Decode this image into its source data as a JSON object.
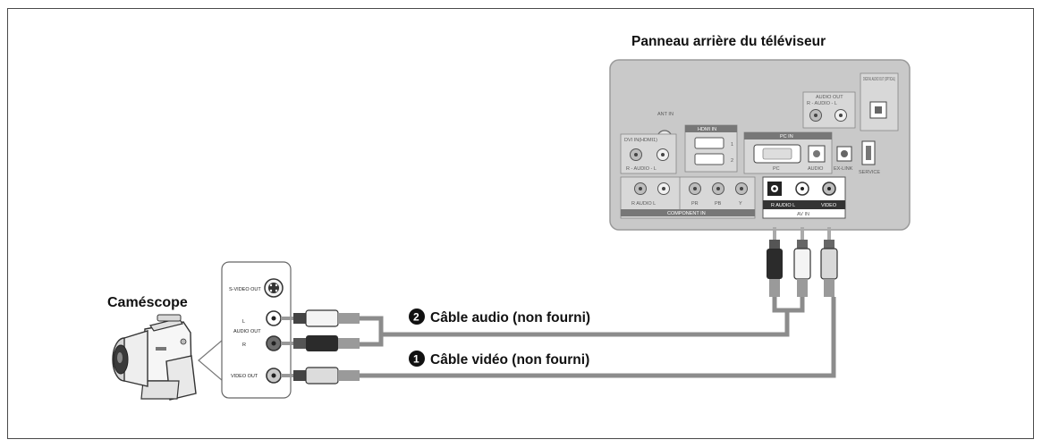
{
  "labels": {
    "tv_panel_title": "Panneau arrière du téléviseur",
    "camcorder": "Caméscope",
    "audio_cable_number": "2",
    "audio_cable": "Câble audio (non fourni)",
    "video_cable_number": "1",
    "video_cable": "Câble vidéo (non fourni)"
  },
  "camcorder_panel": {
    "svideo_out": "S-VIDEO OUT",
    "audio_out": "AUDIO OUT",
    "audio_l": "L",
    "audio_r": "R",
    "video_out": "VIDEO OUT"
  },
  "tv_panel": {
    "ant_in": "ANT IN",
    "hdmi_in": "HDMI IN",
    "hdmi_1": "1",
    "hdmi_2": "2",
    "dvi_audio": "DVI IN(HDMI1)",
    "dvi_audio_sub": "R - AUDIO - L",
    "audio_out": "AUDIO OUT",
    "audio_out_sub": "R - AUDIO - L",
    "digital_audio_out": "DIGITAL AUDIO OUT (OPTICAL)",
    "pc_in": "PC IN",
    "pc": "PC",
    "pc_audio": "AUDIO",
    "ex_link": "EX-LINK",
    "service": "SERVICE",
    "component_audio": "R  AUDIO  L",
    "component_in": "COMPONENT IN",
    "pr": "PR",
    "pb": "PB",
    "y": "Y",
    "av_audio": "R AUDIO L",
    "av_video": "VIDEO",
    "av_in": "AV IN"
  },
  "colors": {
    "cable_grey": "#8c8c8c",
    "panel_grey": "#c9c9c9",
    "panel_border": "#9a9a9a",
    "plug_black": "#2b2b2b",
    "plug_white": "#f4f4f4",
    "accent_dark": "#333333"
  }
}
